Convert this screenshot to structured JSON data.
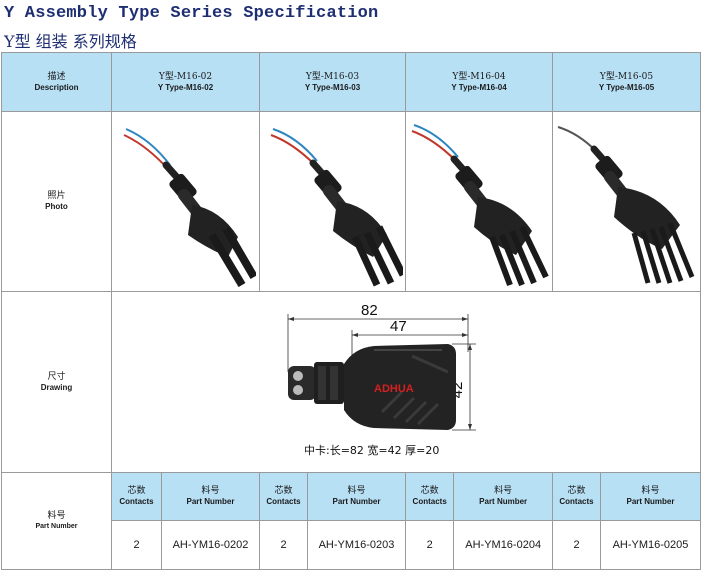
{
  "title_en": "Y Assembly Type Series Specification",
  "title_cn": "Y型 组装 系列规格",
  "header": {
    "desc_cn": "描述",
    "desc_en": "Description",
    "models": [
      {
        "cn": "Y型-M16-02",
        "en": "Y Type-M16-02"
      },
      {
        "cn": "Y型-M16-03",
        "en": "Y Type-M16-03"
      },
      {
        "cn": "Y型-M16-04",
        "en": "Y Type-M16-04"
      },
      {
        "cn": "Y型-M16-05",
        "en": "Y Type-M16-05"
      }
    ]
  },
  "photo_row": {
    "cn": "照片",
    "en": "Photo"
  },
  "drawing_row": {
    "cn": "尺寸",
    "en": "Drawing",
    "dim_total": "82",
    "dim_body": "47",
    "dim_height": "42",
    "logo": "ADHUA",
    "note": "中卡:长=82 宽=42 厚=20"
  },
  "part_row": {
    "cn": "料号",
    "en": "Part Number",
    "contacts_cn": "芯数",
    "contacts_en": "Contacts",
    "pn_cn": "料号",
    "pn_en": "Part Number",
    "items": [
      {
        "contacts": "2",
        "part": "AH-YM16-0202"
      },
      {
        "contacts": "2",
        "part": "AH-YM16-0203"
      },
      {
        "contacts": "2",
        "part": "AH-YM16-0204"
      },
      {
        "contacts": "2",
        "part": "AH-YM16-0205"
      }
    ]
  },
  "colors": {
    "header_bg": "#b8e0f5",
    "title": "#1e2e72",
    "logo": "#d42020"
  }
}
